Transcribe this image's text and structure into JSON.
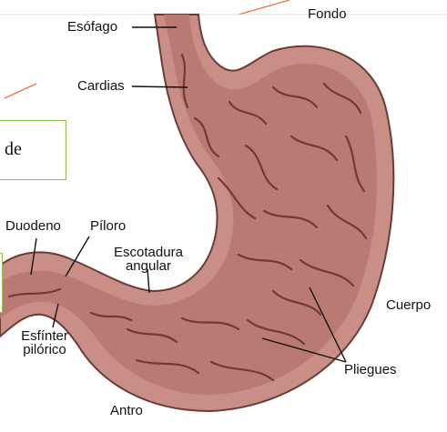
{
  "diagram": {
    "labels": {
      "esofago": "Esófago",
      "fondo": "Fondo",
      "cardias": "Cardias",
      "duodeno": "Duodeno",
      "piloro": "Píloro",
      "escotadura_1": "Escotadura",
      "escotadura_2": "angular",
      "cuerpo": "Cuerpo",
      "esfinter_1": "Esfínter",
      "esfinter_2": "pilórico",
      "pliegues": "Pliegues",
      "antro": "Antro"
    },
    "overlay_box_text": "de"
  },
  "colors": {
    "tissue_outer": "#c98f86",
    "tissue_inner": "#b97a73",
    "fold_dark": "#6e3a38",
    "outline": "#6b3b38",
    "box_border": "#8bc34a",
    "accent_line": "#e8734a"
  }
}
